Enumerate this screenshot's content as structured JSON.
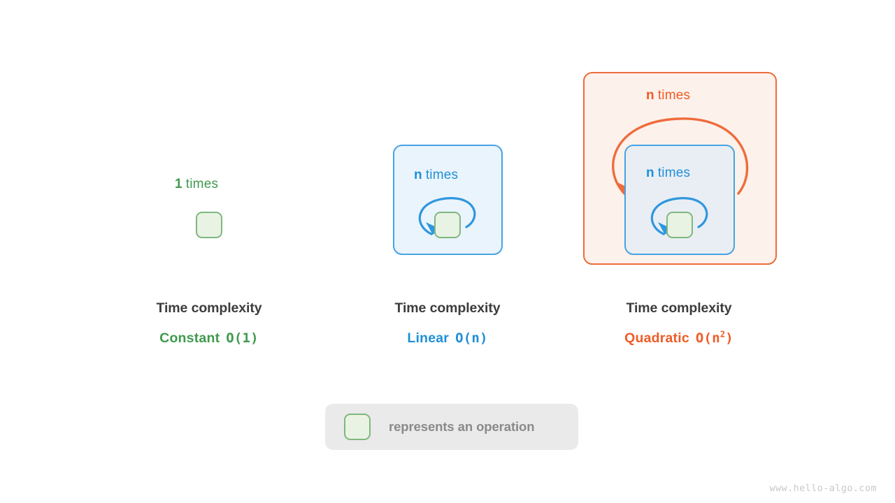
{
  "diagram": {
    "title_watermark": "www.hello-algo.com",
    "columns": [
      {
        "id": "constant",
        "loop_label_count": "1",
        "loop_label_word": "times",
        "caption_title": "Time complexity",
        "complexity_name": "Constant",
        "complexity_notation": "O(1)",
        "accent_color": "#3f9a4e",
        "has_outer_loop_box": false,
        "has_inner_loop_box": false
      },
      {
        "id": "linear",
        "loop_label_count": "n",
        "loop_label_word": "times",
        "caption_title": "Time complexity",
        "complexity_name": "Linear",
        "complexity_notation": "O(n)",
        "accent_color": "#1f8fd8",
        "has_outer_loop_box": false,
        "has_inner_loop_box": true
      },
      {
        "id": "quadratic",
        "outer_label_count": "n",
        "outer_label_word": "times",
        "loop_label_count": "n",
        "loop_label_word": "times",
        "caption_title": "Time complexity",
        "complexity_name": "Quadratic",
        "complexity_notation_base": "O(n",
        "complexity_notation_sup": "2",
        "complexity_notation_tail": ")",
        "accent_color": "#ef5b25",
        "has_outer_loop_box": true,
        "has_inner_loop_box": true
      }
    ],
    "legend": {
      "text": "represents an operation",
      "swatch_name": "operation-square"
    },
    "colors": {
      "green_fill": "#e9f3e4",
      "green_stroke": "#7fb77e",
      "blue_fill": "#eaf4fc",
      "blue_fill_nested": "#e9eef4",
      "blue_stroke": "#47a3e3",
      "orange_fill": "#fdf1eb",
      "orange_stroke": "#ed6c3c",
      "text_dark": "#3c3c3c",
      "legend_bg": "#eaeaea",
      "watermark": "#c9c9c9"
    }
  }
}
